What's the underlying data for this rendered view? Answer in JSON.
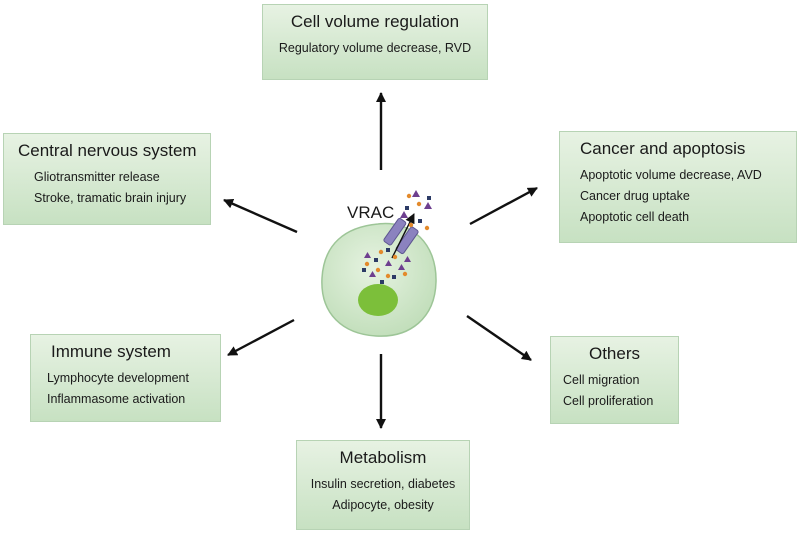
{
  "center": {
    "label": "VRAC"
  },
  "boxes": {
    "cell_volume": {
      "title": "Cell volume regulation",
      "items": [
        "Regulatory volume decrease, RVD"
      ]
    },
    "cns": {
      "title": "Central nervous system",
      "items": [
        "Gliotransmitter release",
        "Stroke, tramatic brain injury"
      ]
    },
    "cancer": {
      "title": "Cancer and apoptosis",
      "items": [
        "Apoptotic volume decrease, AVD",
        "Cancer drug uptake",
        "Apoptotic cell death"
      ]
    },
    "immune": {
      "title": "Immune system",
      "items": [
        "Lymphocyte development",
        "Inflammasome activation"
      ]
    },
    "others": {
      "title": "Others",
      "items": [
        "Cell migration",
        "Cell proliferation"
      ]
    },
    "metabolism": {
      "title": "Metabolism",
      "items": [
        "Insulin secretion, diabetes",
        "Adipocyte, obesity"
      ]
    }
  },
  "colors": {
    "box_fill_top": "#e7f2e3",
    "box_fill_bottom": "#c7e1c2",
    "cell_fill": "#cfe6c8",
    "cell_stroke": "#9dc597",
    "nucleus": "#7cbf3a",
    "channel": "#8b82bf",
    "arrow": "#111111"
  }
}
